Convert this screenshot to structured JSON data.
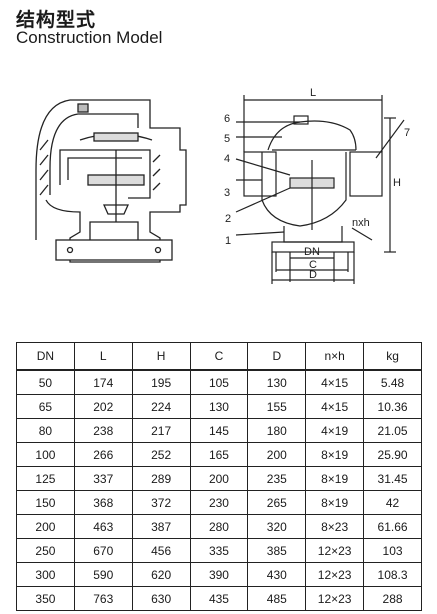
{
  "header": {
    "title_cn": "结构型式",
    "title_en": "Construction Model"
  },
  "drawing": {
    "labels": {
      "L": "L",
      "H": "H",
      "DN": "DN",
      "C": "C",
      "D": "D",
      "nxh": "nxh",
      "parts": [
        "1",
        "2",
        "3",
        "4",
        "5",
        "6",
        "7"
      ]
    }
  },
  "table": {
    "columns": [
      "DN",
      "L",
      "H",
      "C",
      "D",
      "n×h",
      "kg"
    ],
    "rows": [
      [
        "50",
        "174",
        "195",
        "105",
        "130",
        "4×15",
        "5.48"
      ],
      [
        "65",
        "202",
        "224",
        "130",
        "155",
        "4×15",
        "10.36"
      ],
      [
        "80",
        "238",
        "217",
        "145",
        "180",
        "4×19",
        "21.05"
      ],
      [
        "100",
        "266",
        "252",
        "165",
        "200",
        "8×19",
        "25.90"
      ],
      [
        "125",
        "337",
        "289",
        "200",
        "235",
        "8×19",
        "31.45"
      ],
      [
        "150",
        "368",
        "372",
        "230",
        "265",
        "8×19",
        "42"
      ],
      [
        "200",
        "463",
        "387",
        "280",
        "320",
        "8×23",
        "61.66"
      ],
      [
        "250",
        "670",
        "456",
        "335",
        "385",
        "12×23",
        "103"
      ],
      [
        "300",
        "590",
        "620",
        "390",
        "430",
        "12×23",
        "108.3"
      ],
      [
        "350",
        "763",
        "630",
        "435",
        "485",
        "12×23",
        "288"
      ]
    ]
  }
}
